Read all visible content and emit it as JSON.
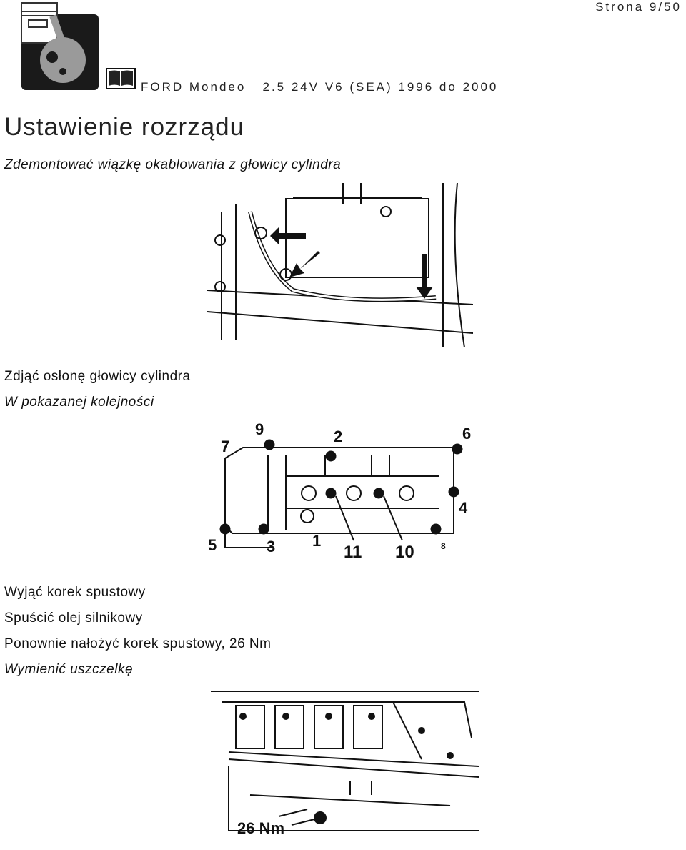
{
  "header": {
    "page_number": "Strona 9/50",
    "vehicle": "FORD Mondeo   2.5 24V V6 (SEA) 1996 do 2000"
  },
  "title": "Ustawienie rozrządu",
  "steps": [
    "Zdemontować wiązkę okablowania z głowicy cylindra",
    "Zdjąć osłonę głowicy cylindra",
    "W pokazanej kolejności",
    "Wyjąć korek spustowy",
    "Spuścić olej silnikowy",
    "Ponownie nałożyć korek spustowy, 26 Nm",
    "Wymienić uszczelkę"
  ],
  "figure2_labels": [
    "9",
    "2",
    "6",
    "7",
    "4",
    "5",
    "3",
    "1",
    "11",
    "10",
    "8"
  ],
  "figure3_label": "26 Nm",
  "icons": [
    "piston-logo-icon",
    "book-icon",
    "arrow-icon"
  ]
}
